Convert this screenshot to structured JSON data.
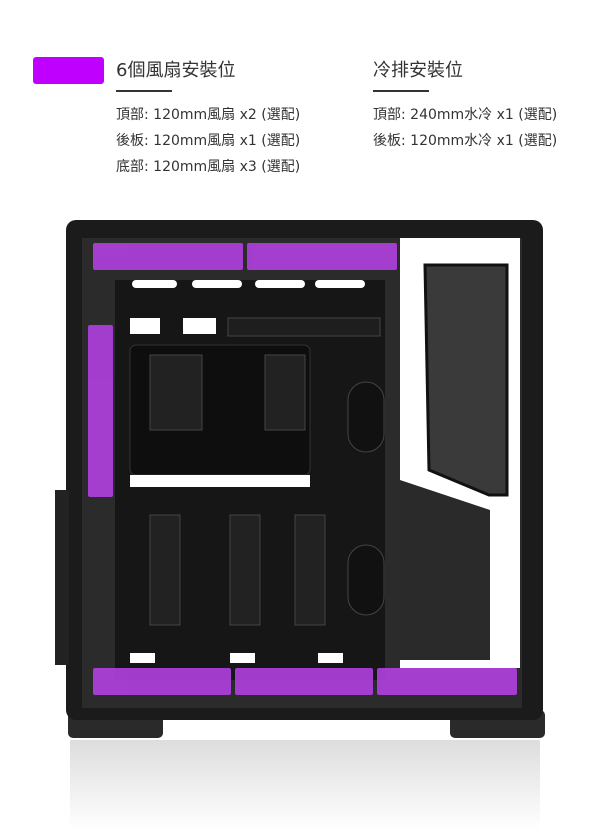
{
  "legend": {
    "color": "#c000ff"
  },
  "fans": {
    "title": "6個風扇安裝位",
    "lines": [
      "頂部: 120mm風扇 x2 (選配)",
      "後板: 120mm風扇 x1 (選配)",
      "底部: 120mm風扇 x3 (選配)"
    ]
  },
  "radiator": {
    "title": "冷排安裝位",
    "lines": [
      "頂部: 240mm水冷 x1 (選配)",
      "後板: 120mm水冷 x1 (選配)"
    ]
  }
}
